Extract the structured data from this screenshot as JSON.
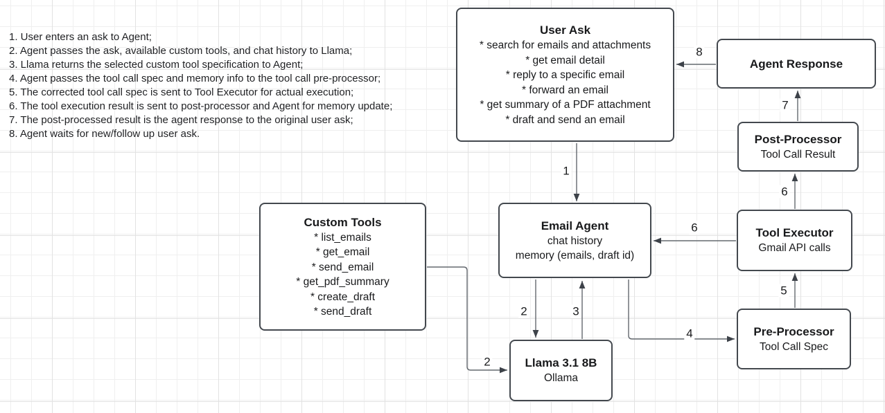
{
  "colors": {
    "node_border": "#43484e",
    "edge_line": "#63686e",
    "arrowhead": "#3d4249",
    "grid_minor": "#efefef",
    "grid_major": "#e2e2e2",
    "canvas_bg": "#ffffff"
  },
  "legend": {
    "items": [
      "1. User enters an ask to Agent;",
      "2. Agent passes the ask, available custom tools, and chat history to Llama;",
      "3. Llama returns the selected custom tool specification to Agent;",
      "4. Agent passes the tool call spec and memory info to the tool call pre-processor;",
      "5. The corrected tool call spec is sent to Tool Executor for actual execution;",
      "6. The tool execution result is sent to post-processor and Agent for memory update;",
      "7. The post-processed result is the agent response to the original user ask;",
      "8. Agent waits for new/follow up user ask."
    ]
  },
  "boxes": {
    "user_ask": {
      "title": "User Ask",
      "lines": [
        "* search for emails and attachments",
        "* get email detail",
        "* reply to a specific email",
        "* forward an email",
        "* get summary of a PDF attachment",
        "* draft and send an email"
      ]
    },
    "agent_response": {
      "title": "Agent Response"
    },
    "post_processor": {
      "title": "Post-Processor",
      "subtitle": "Tool Call Result"
    },
    "tool_executor": {
      "title": "Tool Executor",
      "subtitle": "Gmail API calls"
    },
    "pre_processor": {
      "title": "Pre-Processor",
      "subtitle": "Tool Call Spec"
    },
    "email_agent": {
      "title": "Email Agent",
      "lines": [
        "chat history",
        "memory (emails, draft id)"
      ]
    },
    "custom_tools": {
      "title": "Custom Tools",
      "lines": [
        "* list_emails",
        "* get_email",
        "* send_email",
        "* get_pdf_summary",
        "* create_draft",
        "* send_draft"
      ]
    },
    "llama": {
      "title": "Llama 3.1 8B",
      "subtitle": "Ollama"
    }
  },
  "edge_labels": {
    "step1": "1",
    "step2_agent": "2",
    "step2_tools": "2",
    "step3": "3",
    "step4": "4",
    "step5": "5",
    "step6_up": "6",
    "step6_left": "6",
    "step7": "7",
    "step8": "8"
  }
}
